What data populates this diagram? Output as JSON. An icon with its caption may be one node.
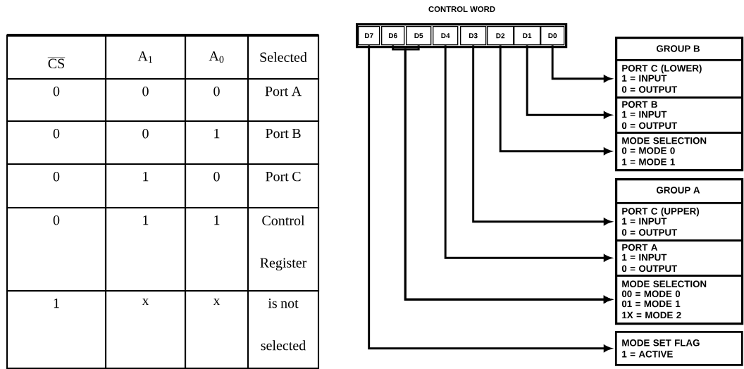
{
  "diagram": {
    "nodes": [
      {
        "text": [
          "CONTROL WORD"
        ]
      },
      {
        "text": [
          "D7"
        ],
        "in": 0
      },
      {
        "text": [
          "D6"
        ],
        "in": 0
      },
      {
        "text": [
          "D5"
        ],
        "in": 0
      },
      {
        "text": [
          "D4"
        ],
        "in": 0
      },
      {
        "text": [
          "D3"
        ],
        "in": 0
      },
      {
        "text": [
          "D2"
        ],
        "in": 0
      },
      {
        "text": [
          "D1"
        ],
        "in": 0
      },
      {
        "text": [
          "D0"
        ],
        "in": 0
      },
      {
        "text": [
          "GROUP B"
        ]
      },
      {
        "text": [
          "PORT C (LOWER)",
          "1 = INPUT",
          "0 = OUTPUT"
        ],
        "in": 9
      },
      {
        "text": [
          "PORT B",
          "1 = INPUT",
          "0 = OUTPUT"
        ],
        "in": 9
      },
      {
        "text": [
          "MODE SELECTION",
          "0 = MODE 0",
          "1 = MODE 1"
        ],
        "in": 9
      },
      {
        "text": [
          "GROUP A"
        ]
      },
      {
        "text": [
          "PORT C (UPPER)",
          "1 = INPUT",
          "0 = OUTPUT"
        ],
        "in": 13
      },
      {
        "text": [
          "PORT A",
          "1 = INPUT",
          "0 = OUTPUT"
        ],
        "in": 13
      },
      {
        "text": [
          "MODE SELECTION",
          "00 = MODE 0",
          "01 = MODE 1",
          "1X = MODE 2"
        ],
        "in": 13
      },
      {
        "text": [
          "MODE SET FLAG",
          "1 = ACTIVE"
        ]
      }
    ],
    "edges": [
      {
        "from": 8,
        "to": 10,
        "arrow": "to"
      },
      {
        "from": 7,
        "to": 11,
        "arrow": "to"
      },
      {
        "from": 6,
        "to": 12,
        "arrow": "to"
      },
      {
        "from": 5,
        "to": 14,
        "arrow": "to"
      },
      {
        "from": 4,
        "to": 15,
        "arrow": "to"
      },
      {
        "from": 3,
        "to": 16,
        "arrow": "to"
      },
      {
        "from": 2,
        "to": 16,
        "arrow": "to"
      },
      {
        "from": 1,
        "to": 17,
        "arrow": "to"
      }
    ],
    "labels": [
      "\\overline{\\mathrm{CS}}",
      "A$_{1}$",
      "A$_{0}$",
      "Selected",
      "0",
      "0",
      "0",
      "Port A",
      "0",
      "0",
      "1",
      "Port B",
      "0",
      "1",
      "0",
      "Port C",
      "0",
      "1",
      "1",
      "Control Register",
      "1",
      "x",
      "x",
      "is not selected"
    ]
  }
}
